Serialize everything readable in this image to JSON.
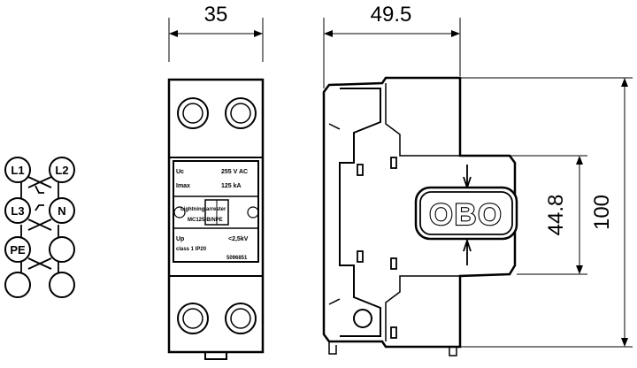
{
  "dimensions": {
    "width_front": "35",
    "width_side": "49.5",
    "height_total": "100",
    "height_inner": "44.8"
  },
  "terminals": {
    "row1_left": "L1",
    "row1_right": "L2",
    "row2_left": "L3",
    "row2_right": "N",
    "row3_left": "PE"
  },
  "label": {
    "uc_key": "Uc",
    "uc_val": "255 V AC",
    "imax_key": "Imax",
    "imax_val": "125 kA",
    "product_line1": "Lightning arrester",
    "product_line2": "MC125-B/NPE",
    "up_key": "Up",
    "up_val": "<2,5kV",
    "class_text": "class 1  IP20",
    "id_text": "5096851"
  },
  "brand": {
    "logo_text": "OBO"
  }
}
